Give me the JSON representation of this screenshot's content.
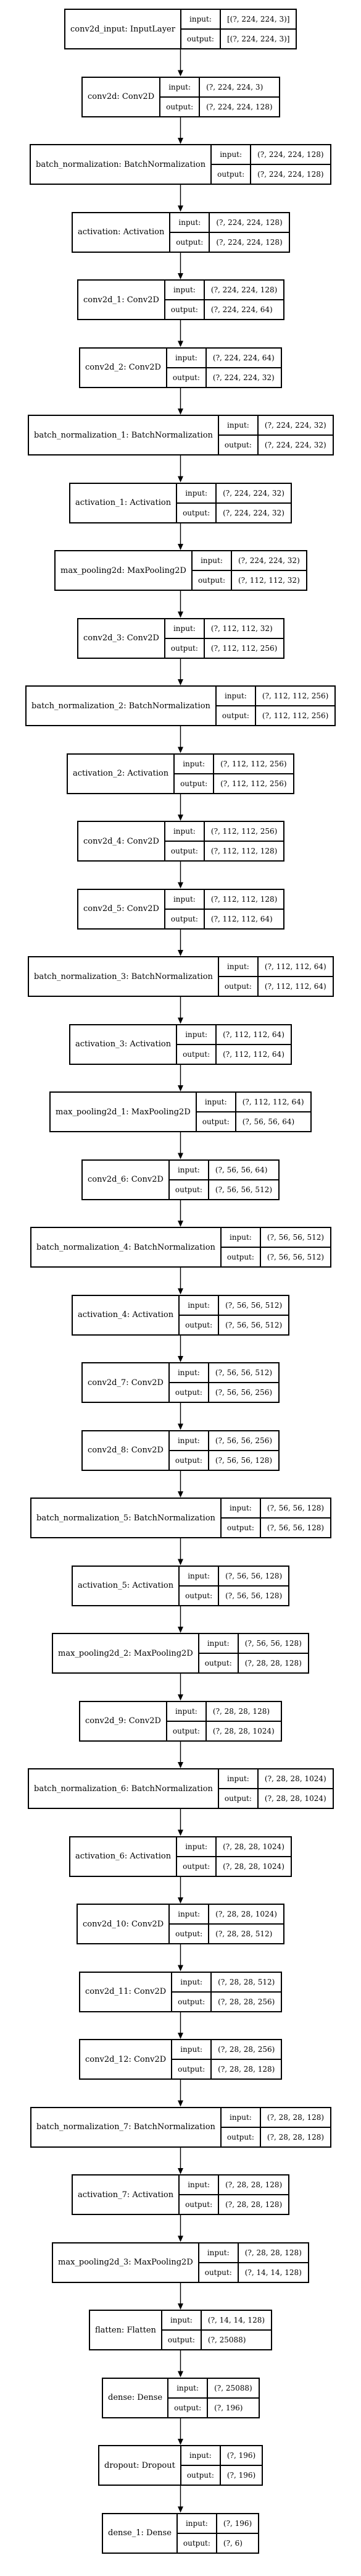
{
  "labels": {
    "input": "input:",
    "output": "output:"
  },
  "layers": [
    {
      "name": "conv2d_input: InputLayer",
      "input": "[(?, 224, 224, 3)]",
      "output": "[(?, 224, 224, 3)]"
    },
    {
      "name": "conv2d: Conv2D",
      "input": "(?, 224, 224, 3)",
      "output": "(?, 224, 224, 128)"
    },
    {
      "name": "batch_normalization: BatchNormalization",
      "input": "(?, 224, 224, 128)",
      "output": "(?, 224, 224, 128)"
    },
    {
      "name": "activation: Activation",
      "input": "(?, 224, 224, 128)",
      "output": "(?, 224, 224, 128)"
    },
    {
      "name": "conv2d_1: Conv2D",
      "input": "(?, 224, 224, 128)",
      "output": "(?, 224, 224, 64)"
    },
    {
      "name": "conv2d_2: Conv2D",
      "input": "(?, 224, 224, 64)",
      "output": "(?, 224, 224, 32)"
    },
    {
      "name": "batch_normalization_1: BatchNormalization",
      "input": "(?, 224, 224, 32)",
      "output": "(?, 224, 224, 32)"
    },
    {
      "name": "activation_1: Activation",
      "input": "(?, 224, 224, 32)",
      "output": "(?, 224, 224, 32)"
    },
    {
      "name": "max_pooling2d: MaxPooling2D",
      "input": "(?, 224, 224, 32)",
      "output": "(?, 112, 112, 32)"
    },
    {
      "name": "conv2d_3: Conv2D",
      "input": "(?, 112, 112, 32)",
      "output": "(?, 112, 112, 256)"
    },
    {
      "name": "batch_normalization_2: BatchNormalization",
      "input": "(?, 112, 112, 256)",
      "output": "(?, 112, 112, 256)"
    },
    {
      "name": "activation_2: Activation",
      "input": "(?, 112, 112, 256)",
      "output": "(?, 112, 112, 256)"
    },
    {
      "name": "conv2d_4: Conv2D",
      "input": "(?, 112, 112, 256)",
      "output": "(?, 112, 112, 128)"
    },
    {
      "name": "conv2d_5: Conv2D",
      "input": "(?, 112, 112, 128)",
      "output": "(?, 112, 112, 64)"
    },
    {
      "name": "batch_normalization_3: BatchNormalization",
      "input": "(?, 112, 112, 64)",
      "output": "(?, 112, 112, 64)"
    },
    {
      "name": "activation_3: Activation",
      "input": "(?, 112, 112, 64)",
      "output": "(?, 112, 112, 64)"
    },
    {
      "name": "max_pooling2d_1: MaxPooling2D",
      "input": "(?, 112, 112, 64)",
      "output": "(?, 56, 56, 64)"
    },
    {
      "name": "conv2d_6: Conv2D",
      "input": "(?, 56, 56, 64)",
      "output": "(?, 56, 56, 512)"
    },
    {
      "name": "batch_normalization_4: BatchNormalization",
      "input": "(?, 56, 56, 512)",
      "output": "(?, 56, 56, 512)"
    },
    {
      "name": "activation_4: Activation",
      "input": "(?, 56, 56, 512)",
      "output": "(?, 56, 56, 512)"
    },
    {
      "name": "conv2d_7: Conv2D",
      "input": "(?, 56, 56, 512)",
      "output": "(?, 56, 56, 256)"
    },
    {
      "name": "conv2d_8: Conv2D",
      "input": "(?, 56, 56, 256)",
      "output": "(?, 56, 56, 128)"
    },
    {
      "name": "batch_normalization_5: BatchNormalization",
      "input": "(?, 56, 56, 128)",
      "output": "(?, 56, 56, 128)"
    },
    {
      "name": "activation_5: Activation",
      "input": "(?, 56, 56, 128)",
      "output": "(?, 56, 56, 128)"
    },
    {
      "name": "max_pooling2d_2: MaxPooling2D",
      "input": "(?, 56, 56, 128)",
      "output": "(?, 28, 28, 128)"
    },
    {
      "name": "conv2d_9: Conv2D",
      "input": "(?, 28, 28, 128)",
      "output": "(?, 28, 28, 1024)"
    },
    {
      "name": "batch_normalization_6: BatchNormalization",
      "input": "(?, 28, 28, 1024)",
      "output": "(?, 28, 28, 1024)"
    },
    {
      "name": "activation_6: Activation",
      "input": "(?, 28, 28, 1024)",
      "output": "(?, 28, 28, 1024)"
    },
    {
      "name": "conv2d_10: Conv2D",
      "input": "(?, 28, 28, 1024)",
      "output": "(?, 28, 28, 512)"
    },
    {
      "name": "conv2d_11: Conv2D",
      "input": "(?, 28, 28, 512)",
      "output": "(?, 28, 28, 256)"
    },
    {
      "name": "conv2d_12: Conv2D",
      "input": "(?, 28, 28, 256)",
      "output": "(?, 28, 28, 128)"
    },
    {
      "name": "batch_normalization_7: BatchNormalization",
      "input": "(?, 28, 28, 128)",
      "output": "(?, 28, 28, 128)"
    },
    {
      "name": "activation_7: Activation",
      "input": "(?, 28, 28, 128)",
      "output": "(?, 28, 28, 128)"
    },
    {
      "name": "max_pooling2d_3: MaxPooling2D",
      "input": "(?, 28, 28, 128)",
      "output": "(?, 14, 14, 128)"
    },
    {
      "name": "flatten: Flatten",
      "input": "(?, 14, 14, 128)",
      "output": "(?, 25088)"
    },
    {
      "name": "dense: Dense",
      "input": "(?, 25088)",
      "output": "(?, 196)"
    },
    {
      "name": "dropout: Dropout",
      "input": "(?, 196)",
      "output": "(?, 196)"
    },
    {
      "name": "dense_1: Dense",
      "input": "(?, 196)",
      "output": "(?, 6)"
    }
  ]
}
